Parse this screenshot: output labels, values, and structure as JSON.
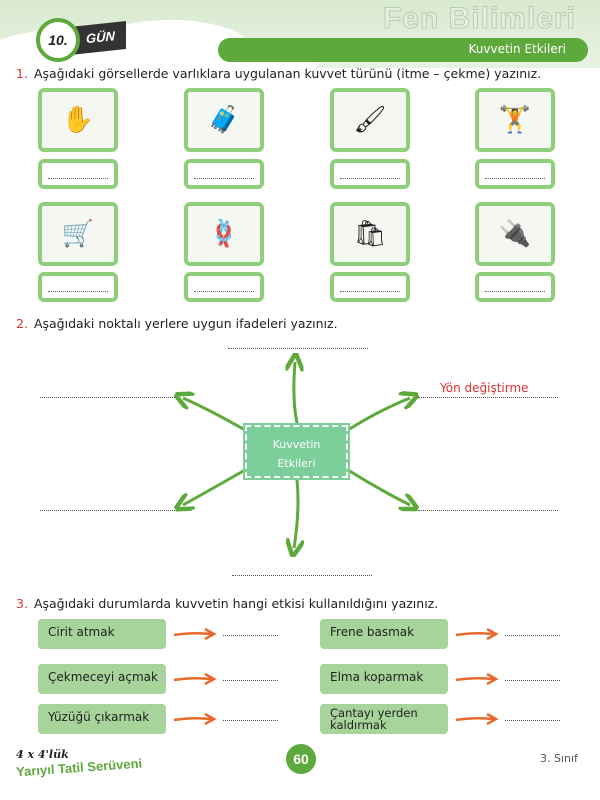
{
  "header": {
    "day_number": "10.",
    "day_label": "GÜN",
    "subject": "Fen Bilimleri",
    "topic": "Kuvvetin Etkileri"
  },
  "q1": {
    "number": "1.",
    "text": "Aşağıdaki görsellerde varlıklara uygulanan kuvvet türünü (itme – çekme) yazınız.",
    "images": [
      "hand-pressing-icon",
      "man-with-suitcase-icon",
      "hand-with-brush-icon",
      "person-lifting-icon",
      "man-with-wheelbarrow-icon",
      "man-pulling-rope-icon",
      "child-with-cart-icon",
      "plug-socket-icon"
    ]
  },
  "q2": {
    "number": "2.",
    "text": "Aşağıdaki noktalı yerlere uygun ifadeleri yazınız.",
    "center_line1": "Kuvvetin",
    "center_line2": "Etkileri",
    "filled": "Yön değiştirme"
  },
  "q3": {
    "number": "3.",
    "text": "Aşağıdaki durumlarda kuvvetin hangi etkisi kullanıldığını yazınız.",
    "left": [
      "Cirit atmak",
      "Çekmeceyi açmak",
      "Yüzüğü çıkarmak"
    ],
    "right": [
      "Frene basmak",
      "Elma koparmak",
      "Çantayı yerden kaldırmak"
    ]
  },
  "footer": {
    "series": "4 x 4'lük",
    "book": "Yarıyıl Tatil Serüveni",
    "page": "60",
    "grade": "3. Sınıf"
  }
}
